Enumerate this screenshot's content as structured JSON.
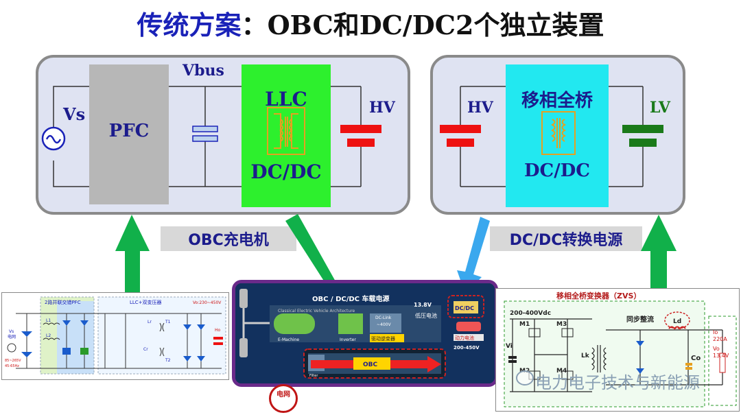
{
  "title": {
    "main": "传统方案",
    "rest": "：OBC和DC/DC2个独立装置"
  },
  "obc_panel": {
    "vs": "Vs",
    "pfc": "PFC",
    "vbus": "Vbus",
    "llc": "LLC",
    "dcdc": "DC/DC",
    "hv": "HV"
  },
  "dcdc_panel": {
    "hv": "HV",
    "phase_shift": "移相全桥",
    "dcdc": "DC/DC",
    "lv": "LV"
  },
  "labels": {
    "obc_charger": "OBC充电机",
    "dcdc_power": "DC/DC转换电源"
  },
  "left_thumb": {
    "pfc_title": "2路并联交错PFC",
    "llc_title": "LLC+双变压器",
    "vo_range": "Vo:230~450V",
    "vs_text": "Vs",
    "grid_text": "电网",
    "in_range1": "85~265V",
    "in_range2": "45-65Hz",
    "l1": "L1",
    "l2": "L2",
    "lr": "Lr",
    "t1": "T1",
    "t2": "T2",
    "cr": "Cr",
    "ho": "Ho"
  },
  "center_thumb": {
    "header": "OBC / DC/DC 车载电源",
    "arch": "Classical Electric Vehicle Architecture",
    "dclink": "DC-Link",
    "dclink_v": "~400V",
    "emachine": "E-Machine",
    "inverter": "Inverter",
    "drive_inv": "驱动逆变器",
    "v138": "13.8V",
    "lowv_batt": "低压电池",
    "dcdc": "DC/DC",
    "power_batt": "动力电池",
    "batt_range": "200-450V",
    "obc": "OBC",
    "filter": "Filter",
    "grid": "电网"
  },
  "right_thumb": {
    "title": "移相全桥变换器（ZVS）",
    "vin": "200-400Vdc",
    "m1": "M1",
    "m2": "M2",
    "m3": "M3",
    "m4": "M4",
    "vi": "Vi",
    "lk": "Lk",
    "sync": "同步整流",
    "ld": "Ld",
    "co": "Co",
    "io": "Io",
    "io_v": "220A",
    "vo": "Vo",
    "vo_v": "13.4V"
  },
  "watermark": "电力电子技术与新能源",
  "colors": {
    "title_blue": "#1a22b8",
    "panel_bg": "#dfe3f2",
    "pfc_gray": "#b7b7b7",
    "llc_green": "#2df02d",
    "psfb_cyan": "#22e8f0",
    "battery_red": "#ee1111",
    "battery_green": "#1a7a1a",
    "arrow_green": "#11b04a",
    "arrow_blue": "#3aa8ee",
    "text_blue": "#1c1c8c"
  }
}
